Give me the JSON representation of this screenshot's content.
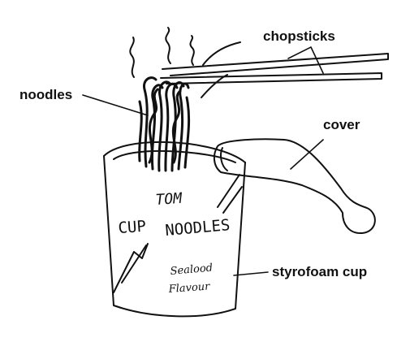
{
  "labels": {
    "chopsticks": "chopsticks",
    "noodles": "noodles",
    "cover": "cover",
    "cup": "styrofoam cup"
  },
  "cup_print": {
    "line1": "TOM",
    "line2a": "CUP",
    "line2b": "NOODLES",
    "line3": "Sealood",
    "line4": "Flavour"
  }
}
